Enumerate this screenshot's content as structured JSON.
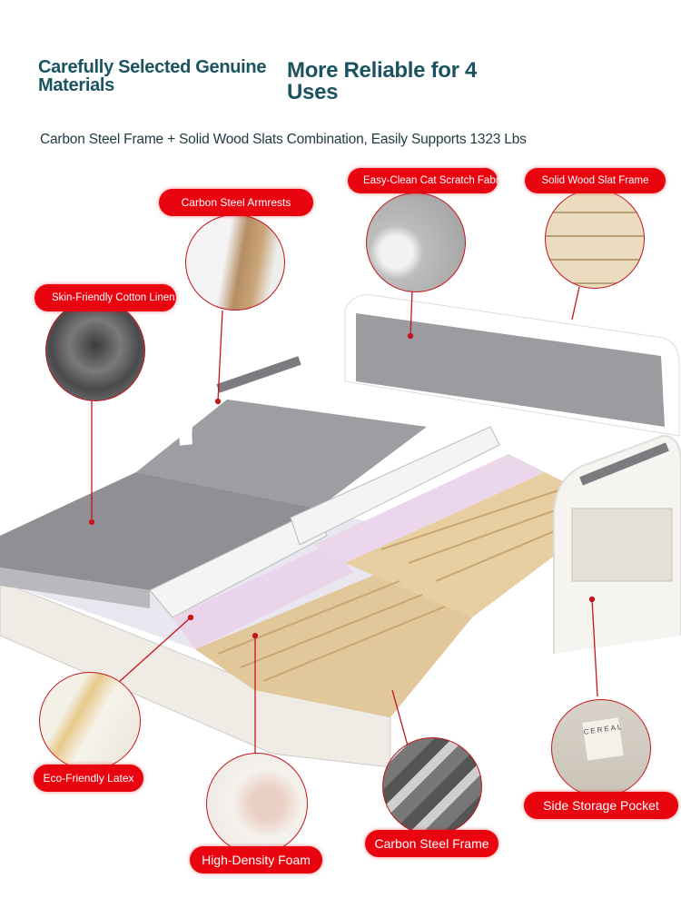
{
  "header": {
    "title_left": "Carefully Selected Genuine Materials",
    "title_right": "More Reliable for 4 Uses",
    "subtitle": "Carbon Steel Frame + Solid Wood Slats Combination, Easily Supports 1323 Lbs"
  },
  "callouts": {
    "armrests": "Carbon Steel Armrests",
    "fabric": "Easy-Clean Cat Scratch Fabric",
    "slats": "Solid Wood Slat Frame",
    "linen": "Skin-Friendly Cotton Linen",
    "latex": "Eco-Friendly Latex",
    "foam": "High-Density Foam",
    "frame": "Carbon Steel Frame",
    "pocket": "Side Storage Pocket"
  },
  "pocket_label": "CEREAL",
  "colors": {
    "accent": "#e8050f",
    "title": "#1b5360"
  }
}
